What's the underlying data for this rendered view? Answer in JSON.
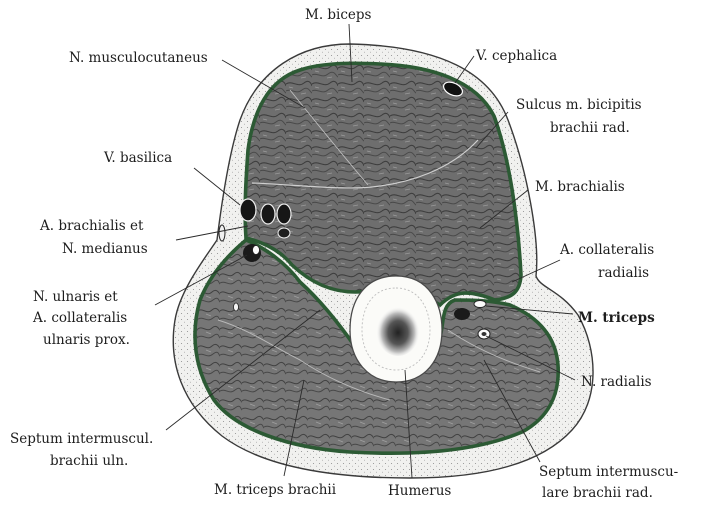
{
  "labels": {
    "biceps": "M. biceps",
    "musculocutaneus": "N. musculocutaneus",
    "cephalica": "V. cephalica",
    "sulcus_1": "Sulcus m. bicipitis",
    "sulcus_2": "brachii rad.",
    "basilica": "V. basilica",
    "brachialis": "M. brachialis",
    "a_brachialis_1": "A. brachialis et",
    "a_brachialis_2": "N. medianus",
    "collat_rad_1": "A. collateralis",
    "collat_rad_2": "radialis",
    "ulnaris_1": "N. ulnaris et",
    "ulnaris_2": "A. collateralis",
    "ulnaris_3": "ulnaris prox.",
    "triceps": "M. triceps",
    "radialis": "N. radialis",
    "septum_uln_1": "Septum intermuscul.",
    "septum_uln_2": "brachii uln.",
    "triceps_brachii": "M. triceps brachii",
    "humerus": "Humerus",
    "septum_rad_1": "Septum intermuscu-",
    "septum_rad_2": "lare brachii rad."
  },
  "colors": {
    "skin": "#f1f1ef",
    "fascia": "#2c5a34",
    "muscle": "#6f6f6f",
    "bone": "#fbfbf8",
    "leader": "#2a2a2a"
  }
}
